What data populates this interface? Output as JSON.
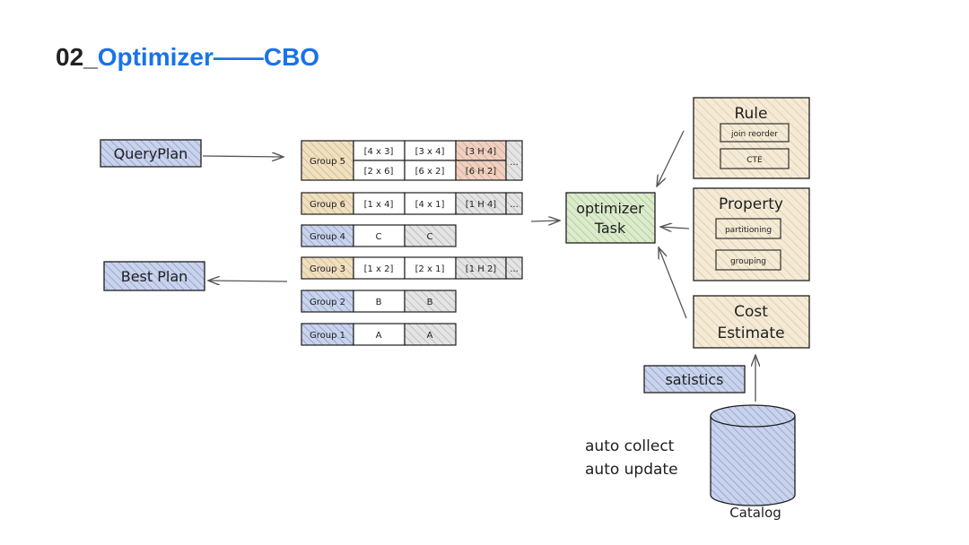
{
  "title": {
    "prefix": "02_",
    "accent": "Optimizer——CBO"
  },
  "colors": {
    "blue": "#a5b4d8",
    "green": "#c3dbac",
    "orange": "#e6cfa3",
    "salmon": "#e4b9a3",
    "gray": "#cfcfcf",
    "panel": "#ede0c4",
    "stroke": "#1e1e1e",
    "arrow": "#555555"
  },
  "query_plan": "QueryPlan",
  "best_plan": "Best Plan",
  "optimizer": {
    "line1": "optimizer",
    "line2": "Task"
  },
  "memo": {
    "group5": {
      "label": "Group 5",
      "row1": [
        "[4 x 3]",
        "[3 x 4]",
        "[3 H 4]"
      ],
      "row2": [
        "[2 x 6]",
        "[6 x 2]",
        "[6 H 2]"
      ],
      "more": "..."
    },
    "group6": {
      "label": "Group 6",
      "cells": [
        "[1 x 4]",
        "[4 x 1]",
        "[1 H 4]"
      ],
      "more": "..."
    },
    "group4": {
      "label": "Group 4",
      "cells": [
        "C",
        "C"
      ]
    },
    "group3": {
      "label": "Group 3",
      "cells": [
        "[1 x 2]",
        "[2 x 1]",
        "[1 H 2]"
      ],
      "more": "..."
    },
    "group2": {
      "label": "Group 2",
      "cells": [
        "B",
        "B"
      ]
    },
    "group1": {
      "label": "Group 1",
      "cells": [
        "A",
        "A"
      ]
    }
  },
  "rule": {
    "title": "Rule",
    "items": [
      "join reorder",
      "CTE"
    ]
  },
  "property": {
    "title": "Property",
    "items": [
      "partitioning",
      "grouping"
    ]
  },
  "cost": {
    "line1": "Cost",
    "line2": "Estimate"
  },
  "statistics": "satistics",
  "auto": {
    "line1": "auto collect",
    "line2": "auto update"
  },
  "catalog": "Catalog"
}
